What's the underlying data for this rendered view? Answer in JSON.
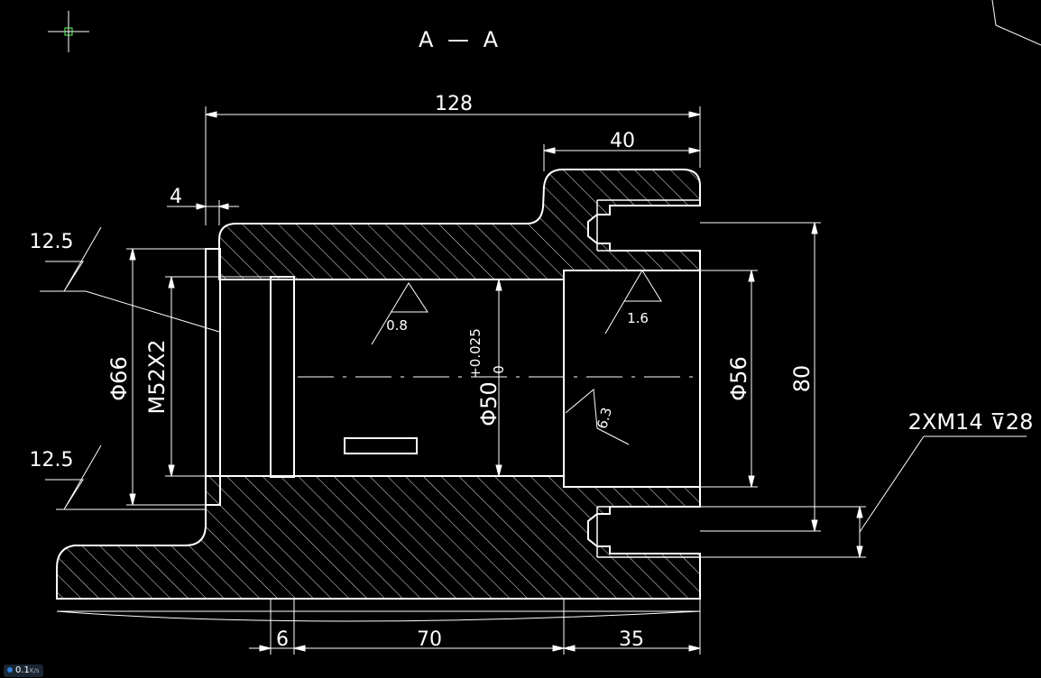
{
  "drawing": {
    "section_title": "A — A",
    "dims": {
      "overall_length": "128",
      "flange_length": "40",
      "chamfer": "4",
      "roughness_left_top": "12.5",
      "roughness_left_bottom": "12.5",
      "thread": "M52X2",
      "dia_66": "Φ66",
      "bore_dia": "Φ50",
      "bore_tol_upper": "+0.025",
      "bore_tol_lower": "0",
      "dia_56": "Φ56",
      "height_80": "80",
      "bolt_note": "2XM14 ⊽28",
      "roughness_bore": "0.8",
      "roughness_counterbore": "1.6",
      "roughness_face": "6.3",
      "len_6": "6",
      "len_70": "70",
      "len_35": "35"
    }
  },
  "status": {
    "net_speed": "0.1",
    "net_unit": "K/s"
  },
  "colors": {
    "background": "#000000",
    "lines": "#ffffff"
  }
}
